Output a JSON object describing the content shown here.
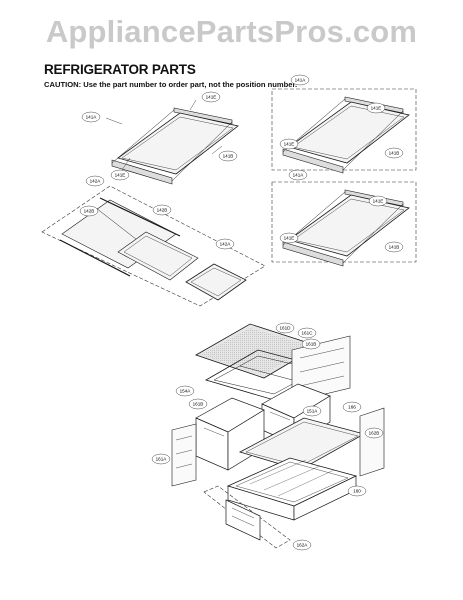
{
  "watermark": "AppliancePartsPros.com",
  "title": "REFRIGERATOR PARTS",
  "caution": "CAUTION: Use the part number to order part, not the position number.",
  "callouts": {
    "a1": [
      "141A",
      "141E",
      "141E",
      "141B"
    ],
    "a2": [
      "141A",
      "141E",
      "141E",
      "141B"
    ],
    "a3": [
      "141A",
      "141E",
      "141E",
      "141B"
    ],
    "b": [
      "142A",
      "142B",
      "142B",
      "142A"
    ],
    "c": [
      "161D",
      "161C",
      "161B",
      "154A",
      "161B",
      "151A",
      "166",
      "162B",
      "161A",
      "160",
      "162A"
    ]
  },
  "colors": {
    "line": "#1a1a1a",
    "glass": "#f4f4f4",
    "dash": "#333333",
    "watermark": "#c9c9c9"
  }
}
